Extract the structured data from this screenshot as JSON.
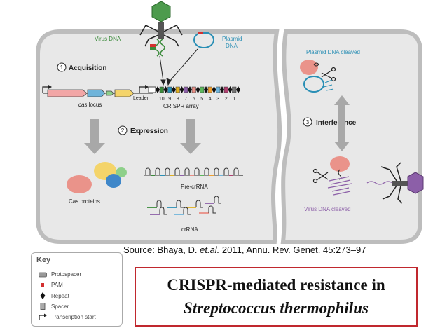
{
  "diagram": {
    "virus_dna_label": "Virus DNA",
    "plasmid_label_1": "Plasmid",
    "plasmid_label_2": "DNA",
    "acquisition": {
      "number": "1",
      "label": "Acquisition"
    },
    "expression": {
      "number": "2",
      "label": "Expression"
    },
    "interference": {
      "number": "3",
      "label": "Interference"
    },
    "cas_locus_label_prefix": "cas",
    "cas_locus_label_suffix": " locus",
    "leader_label": "Leader",
    "spacer_numbers": [
      "10",
      "9",
      "8",
      "7",
      "6",
      "5",
      "4",
      "3",
      "2",
      "1"
    ],
    "crispr_array_label": "CRISPR array",
    "pre_crrna_label": "Pre-crRNA",
    "cas_proteins_label": "Cas proteins",
    "crrna_label": "crRNA",
    "plasmid_cleaved_label": "Plasmid DNA cleaved",
    "virus_cleaved_label": "Virus DNA cleaved",
    "colors": {
      "cell_fill": "#e8e8e8",
      "cell_border": "#bdbdbd",
      "teal": "#2a8fb5",
      "green": "#3a8a3a",
      "purple": "#8c5fa8",
      "pink": "#e98f86",
      "arrow_gray": "#a8a8a8"
    }
  },
  "source": {
    "prefix": "Source: Bhaya, D. ",
    "etal": "et.al.",
    "suffix": " 2011, Annu. Rev. Genet. 45:273–97"
  },
  "key": {
    "title": "Key",
    "items": [
      {
        "symbol": "protospacer-icon",
        "label": "Protospacer"
      },
      {
        "symbol": "pam-icon",
        "label": "PAM"
      },
      {
        "symbol": "repeat-icon",
        "label": "Repeat"
      },
      {
        "symbol": "spacer-icon",
        "label": "Spacer"
      },
      {
        "symbol": "transcription-start-icon",
        "label": "Transcription start"
      }
    ]
  },
  "caption": {
    "line1": "CRISPR-mediated resistance in",
    "line2": "Streptococcus thermophilus"
  }
}
